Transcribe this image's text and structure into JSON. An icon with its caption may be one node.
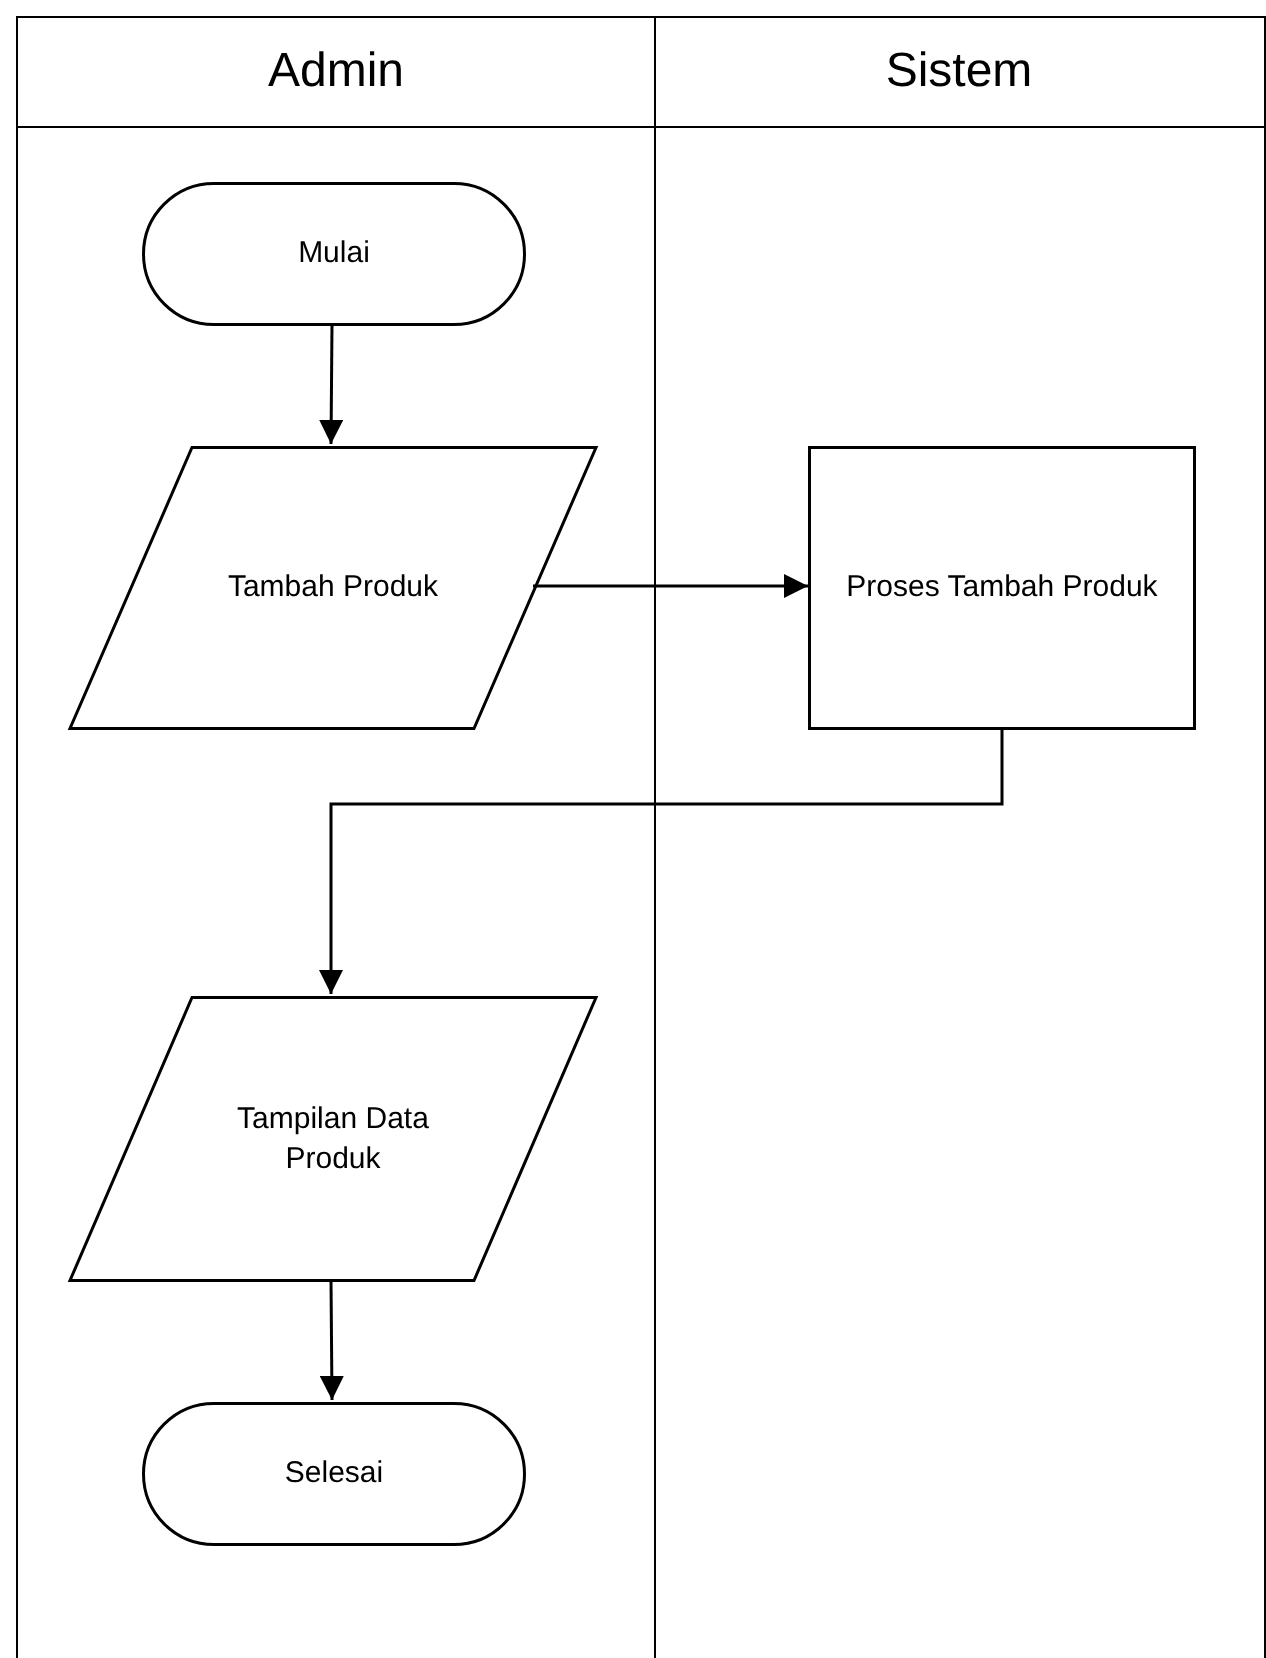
{
  "diagram": {
    "nodes": [
      {
        "text": [
          "Admin"
        ]
      },
      {
        "text": [
          "Sistem"
        ]
      },
      {
        "text": [
          "Mulai"
        ],
        "in": 0
      },
      {
        "text": [
          "Tambah Produk"
        ],
        "in": 0
      },
      {
        "text": [
          "Proses Tambah Produk"
        ],
        "in": 1
      },
      {
        "text": [
          "Tampilan Data Produk"
        ],
        "in": 0
      },
      {
        "text": [
          "Selesai"
        ],
        "in": 0
      }
    ],
    "edges": [
      {
        "from": 2,
        "to": 3,
        "arrow": "to"
      },
      {
        "from": 3,
        "to": 4,
        "arrow": "to"
      },
      {
        "from": 4,
        "to": 5,
        "arrow": "to"
      },
      {
        "from": 5,
        "to": 6,
        "arrow": "to"
      }
    ]
  }
}
